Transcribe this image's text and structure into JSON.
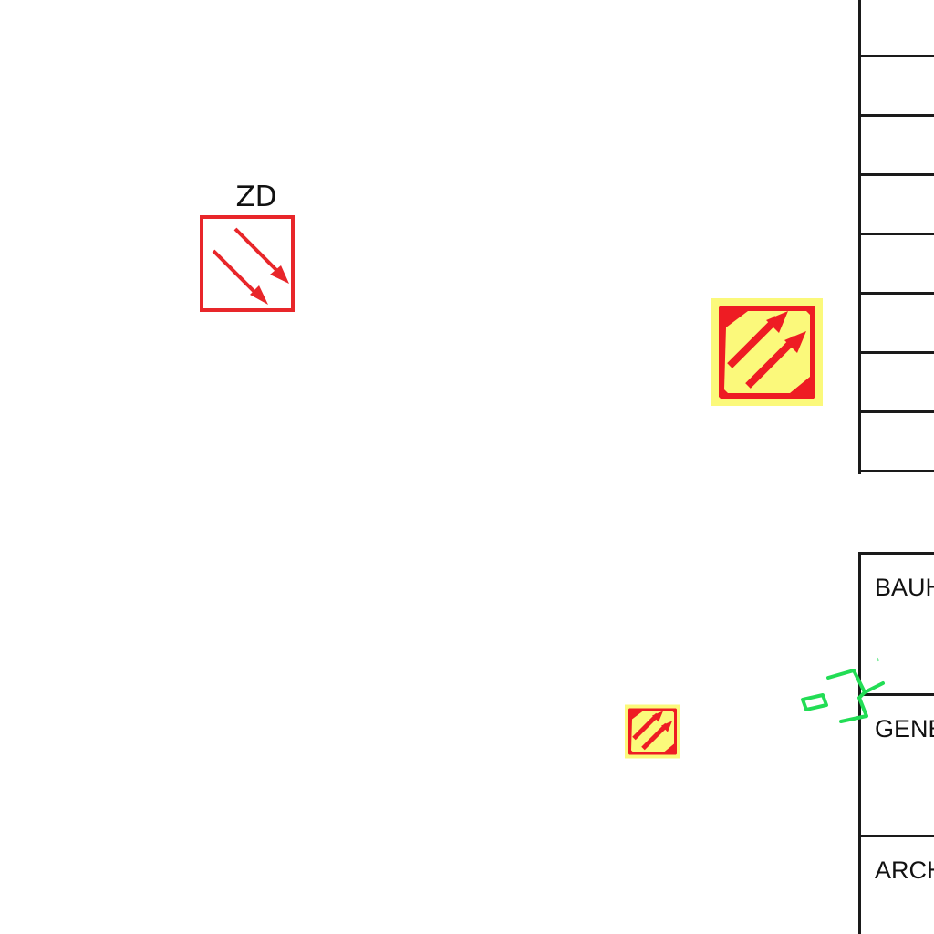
{
  "symbols": {
    "zd_label": "ZD",
    "zd_color": "#e8262a",
    "sign_red": "#ee1c23",
    "sign_yellow": "#fbf97b"
  },
  "legend_table": {
    "row_count": 8
  },
  "title_block": {
    "rows": [
      {
        "label": "BAUH"
      },
      {
        "label": "GENE"
      },
      {
        "label": "ARCH"
      }
    ]
  },
  "annotation": {
    "color": "#22dd55"
  }
}
